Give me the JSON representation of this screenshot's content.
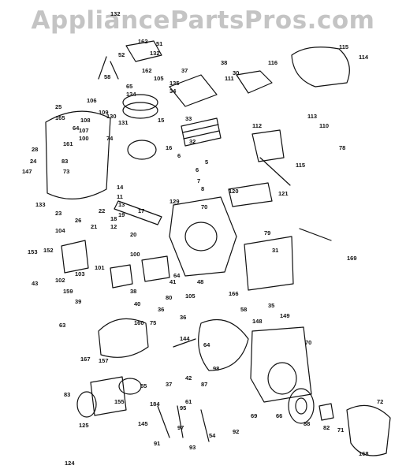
{
  "watermark": "AppliancePartsPros.com",
  "labels": [
    "132",
    "51",
    "132",
    "162",
    "52",
    "58",
    "162",
    "65",
    "134",
    "105",
    "135",
    "37",
    "34",
    "38",
    "30",
    "111",
    "116",
    "115",
    "114",
    "113",
    "110",
    "112",
    "78",
    "115",
    "25",
    "106",
    "109",
    "130",
    "131",
    "165",
    "64",
    "100",
    "108",
    "107",
    "74",
    "15",
    "33",
    "16",
    "32",
    "5",
    "6",
    "28",
    "24",
    "161",
    "147",
    "83",
    "73",
    "70",
    "6",
    "7",
    "8",
    "133",
    "23",
    "26",
    "14",
    "11",
    "13",
    "19",
    "17",
    "22",
    "129",
    "120",
    "121",
    "21",
    "12",
    "18",
    "20",
    "104",
    "153",
    "152",
    "79",
    "31",
    "103",
    "169",
    "100",
    "102",
    "101",
    "43",
    "159",
    "64",
    "39",
    "41",
    "38",
    "40",
    "36",
    "80",
    "105",
    "36",
    "48",
    "166",
    "35",
    "149",
    "75",
    "160",
    "58",
    "148",
    "144",
    "63",
    "157",
    "64",
    "70",
    "98",
    "167",
    "42",
    "55",
    "155",
    "37",
    "87",
    "69",
    "61",
    "83",
    "184",
    "95",
    "97",
    "125",
    "145",
    "91",
    "54",
    "93",
    "92",
    "66",
    "88",
    "82",
    "71",
    "72",
    "168",
    "124"
  ]
}
